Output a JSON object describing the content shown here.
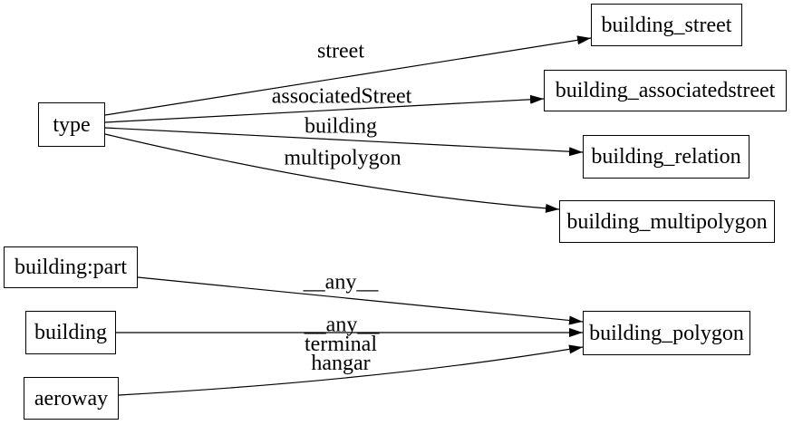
{
  "diagram": {
    "type": "directed-graph",
    "colors": {
      "background": "#ffffff",
      "node_border": "#000000",
      "node_fill": "#ffffff",
      "edge_stroke": "#000000",
      "text": "#000000"
    },
    "nodes": [
      {
        "id": "type",
        "label": "type"
      },
      {
        "id": "building_street",
        "label": "building_street"
      },
      {
        "id": "building_associatedstreet",
        "label": "building_associatedstreet"
      },
      {
        "id": "building_relation",
        "label": "building_relation"
      },
      {
        "id": "building_multipolygon",
        "label": "building_multipolygon"
      },
      {
        "id": "building:part",
        "label": "building:part"
      },
      {
        "id": "building",
        "label": "building"
      },
      {
        "id": "aeroway",
        "label": "aeroway"
      },
      {
        "id": "building_polygon",
        "label": "building_polygon"
      }
    ],
    "edges": [
      {
        "from": "type",
        "to": "building_street",
        "label": "street"
      },
      {
        "from": "type",
        "to": "building_associatedstreet",
        "label": "associatedStreet"
      },
      {
        "from": "type",
        "to": "building_relation",
        "label": "building"
      },
      {
        "from": "type",
        "to": "building_multipolygon",
        "label": "multipolygon"
      },
      {
        "from": "building:part",
        "to": "building_polygon",
        "label": "__any__"
      },
      {
        "from": "building",
        "to": "building_polygon",
        "label": "__any__"
      },
      {
        "from": "aeroway",
        "to": "building_polygon",
        "label": "terminal\nhangar"
      }
    ]
  }
}
